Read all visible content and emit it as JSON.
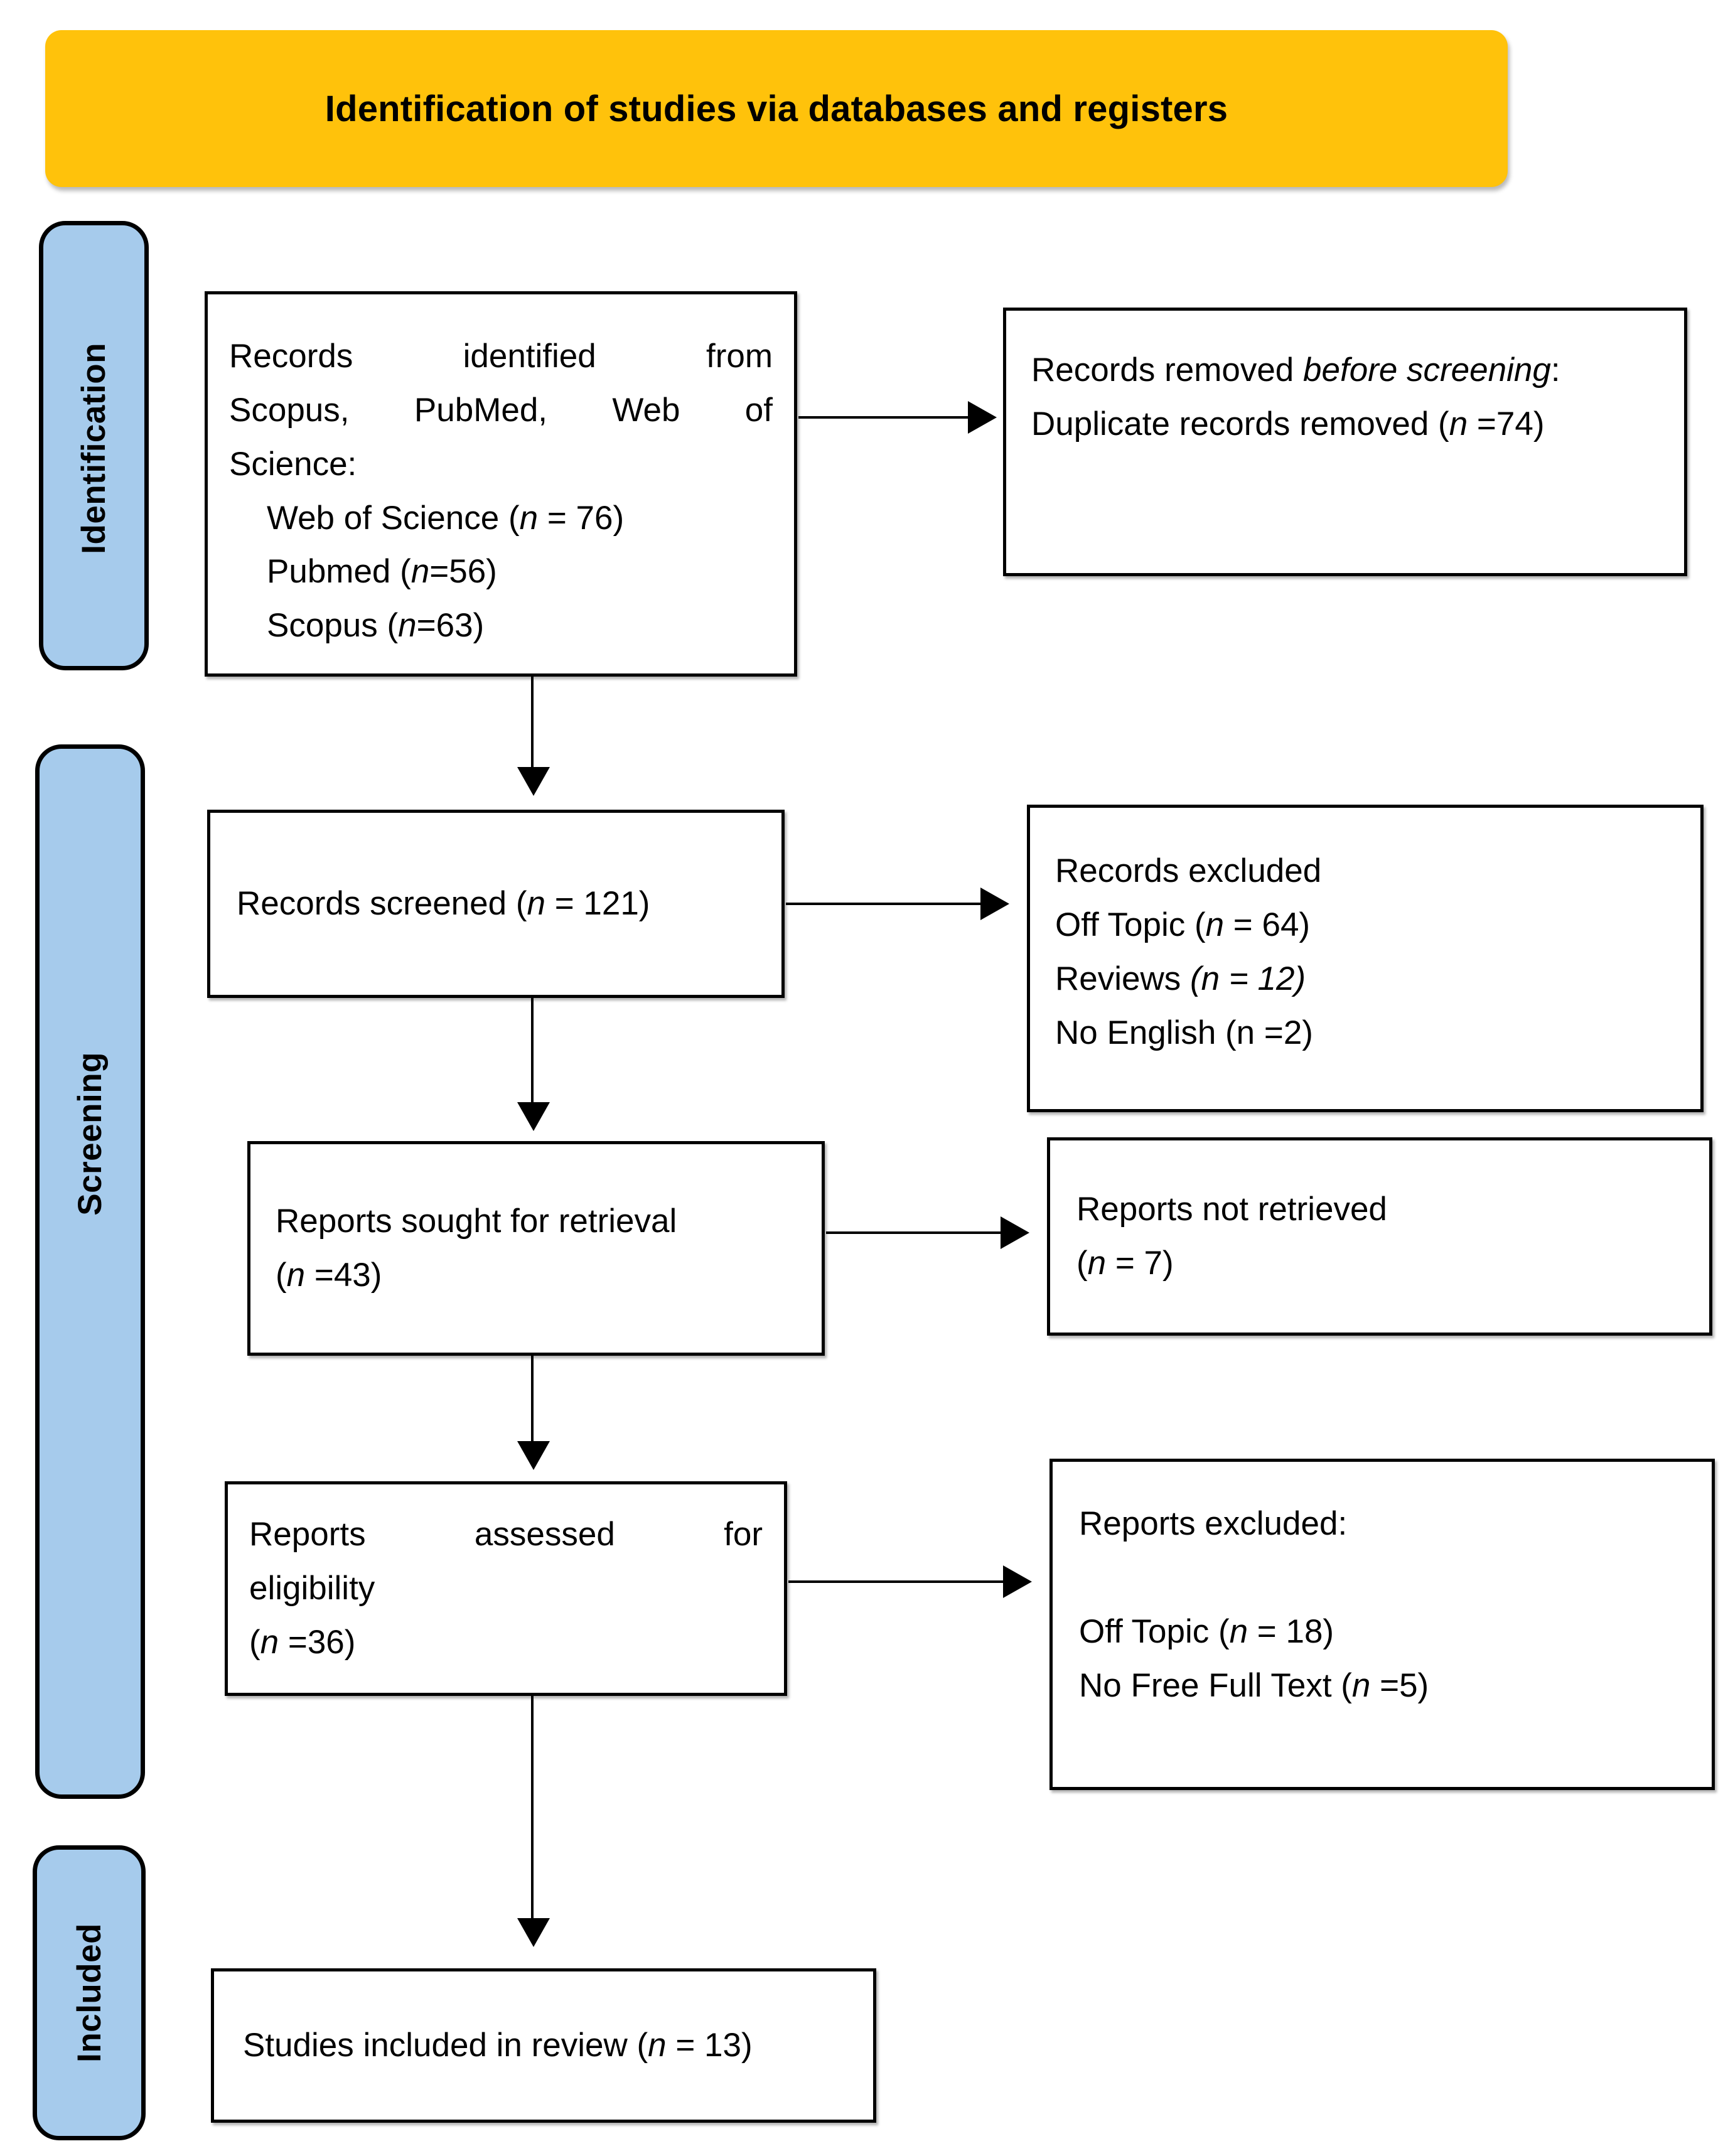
{
  "banner": {
    "title": "Identification of studies via databases and registers"
  },
  "stages": [
    {
      "id": "identification",
      "label": "Identification"
    },
    {
      "id": "screening",
      "label": "Screening"
    },
    {
      "id": "included",
      "label": "Included"
    }
  ],
  "colors": {
    "banner_fill": "#FFC20B",
    "stage_fill": "#A6CBEC",
    "box_stroke": "#000000",
    "box_fill": "#FFFFFF",
    "text": "#000000"
  },
  "boxes": {
    "identified": {
      "name": "Records identified from databases",
      "lines": [
        {
          "text": "Records identified from",
          "justify": true
        },
        {
          "text": "Scopus, PubMed, Web of",
          "justify": true
        },
        {
          "text": "Science:",
          "justify": false
        },
        {
          "text": "Web of Science (n = 76)",
          "indent": true,
          "italic_n": true
        },
        {
          "text": "Pubmed (n=56)",
          "indent": true,
          "italic_n": true
        },
        {
          "text": "Scopus (n=63)",
          "indent": true,
          "italic_n": true
        }
      ]
    },
    "removed": {
      "name": "Records removed before screening",
      "lines": [
        {
          "text": "Records removed before screening:"
        },
        {
          "text": "Duplicate records removed (n =74)"
        }
      ]
    },
    "screened": {
      "name": "Records screened",
      "lines": [
        {
          "text": "Records screened (n = 121)"
        }
      ]
    },
    "records_excluded": {
      "name": "Records excluded",
      "lines": [
        {
          "text": "Records excluded"
        },
        {
          "text": "Off Topic (n = 64)"
        },
        {
          "text": "Reviews (n = 12)"
        },
        {
          "text": "No English (n =2)"
        }
      ]
    },
    "sought": {
      "name": "Reports sought for retrieval",
      "lines": [
        {
          "text": "Reports sought for retrieval"
        },
        {
          "text": "(n =43)"
        }
      ]
    },
    "not_retrieved": {
      "name": "Reports not retrieved",
      "lines": [
        {
          "text": "Reports not retrieved"
        },
        {
          "text": "(n = 7)"
        }
      ]
    },
    "assessed": {
      "name": "Reports assessed for eligibility",
      "lines": [
        {
          "text": "Reports assessed for",
          "justify": true
        },
        {
          "text": "eligibility"
        },
        {
          "text": "(n =36)"
        }
      ]
    },
    "reports_excluded": {
      "name": "Reports excluded",
      "lines": [
        {
          "text": "Reports excluded:"
        },
        {
          "text": ""
        },
        {
          "text": "Off Topic (n = 18)"
        },
        {
          "text": "No Free Full Text (n =5)"
        }
      ]
    },
    "included": {
      "name": "Studies included in review",
      "lines": [
        {
          "text": "Studies included in review (n = 13)"
        }
      ]
    }
  },
  "flow_data": {
    "type": "prisma-flow",
    "counts": {
      "web_of_science": 76,
      "pubmed": 56,
      "scopus": 63,
      "duplicates_removed": 74,
      "records_screened": 121,
      "excluded_off_topic": 64,
      "excluded_reviews": 12,
      "excluded_no_english": 2,
      "reports_sought": 43,
      "reports_not_retrieved": 7,
      "reports_assessed": 36,
      "reports_excluded_off_topic": 18,
      "reports_excluded_no_free_full_text": 5,
      "studies_included": 13
    }
  }
}
